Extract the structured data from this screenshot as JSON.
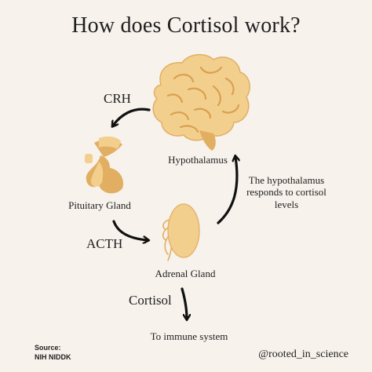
{
  "title": "How does Cortisol work?",
  "hormones": {
    "crh": "CRH",
    "acth": "ACTH",
    "cortisol": "Cortisol"
  },
  "organs": {
    "hypothalamus": "Hypothalamus",
    "pituitary": "Pituitary Gland",
    "adrenal": "Adrenal Gland"
  },
  "feedback_note": "The hypothalamus responds to cortisol levels",
  "target": "To immune system",
  "source": {
    "label": "Source:",
    "value": "NIH NIDDK"
  },
  "handle": "@rooted_in_science",
  "colors": {
    "background": "#f7f2ec",
    "organ_light": "#f3cf8e",
    "organ_dark": "#e2ae62",
    "organ_line": "#d9a04f",
    "arrow": "#111111"
  },
  "icons": [
    "brain-icon",
    "pituitary-gland-icon",
    "adrenal-gland-icon"
  ]
}
